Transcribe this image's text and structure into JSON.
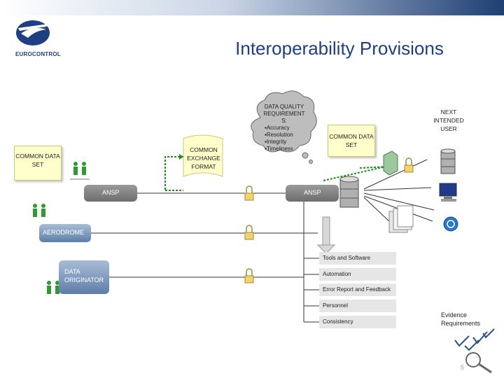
{
  "slide": {
    "title": "Interoperability Provisions",
    "logo_text": "EUROCONTROL",
    "page_number": "5"
  },
  "nodes": {
    "common_data_set_left": "COMMON DATA SET",
    "common_exchange_format": "COMMON EXCHANGE FORMAT",
    "data_quality_title": "DATA QUALITY REQUIREMENT S:",
    "dq_items": [
      "▪Accuracy",
      "▪Resolution",
      "▪Integrity",
      "▪Timeliness"
    ],
    "common_data_set_right": "COMMON DATA SET",
    "next_intended_user": "NEXT INTENDED USER",
    "ansp_left": "ANSP",
    "ansp_right": "ANSP",
    "aerodrome": "AERODROME",
    "data_originator": "DATA ORIGINATOR",
    "evidence_requirements": "Evidence Requirements"
  },
  "evidence_list": [
    "Tools and Software",
    "Automation",
    "Error Report and Feedback",
    "Personnel",
    "Consistency"
  ],
  "colors": {
    "title": "#1f3f83",
    "bubble": "#ffffcc",
    "arrow_green": "#1a8f1a",
    "ansp_gray": "#7a7a7a",
    "aerodrome_blue": "#6f8db4"
  }
}
